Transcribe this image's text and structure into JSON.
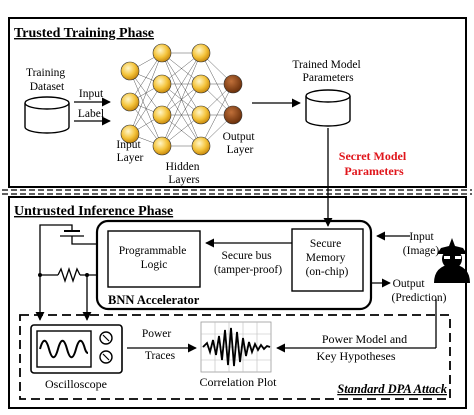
{
  "trusted": {
    "title": "Trusted Training Phase",
    "dataset": [
      "Training",
      "Dataset"
    ],
    "input_label": "Input",
    "label_label": "Label",
    "input_layer": [
      "Input",
      "Layer"
    ],
    "hidden_layers": [
      "Hidden",
      "Layers"
    ],
    "output_layer": [
      "Output",
      "Layer"
    ],
    "model_params": [
      "Trained Model",
      "Parameters"
    ]
  },
  "secret": [
    "Secret Model",
    "Parameters"
  ],
  "untrusted": {
    "title": "Untrusted Inference Phase",
    "prog_logic": [
      "Programmable",
      "Logic"
    ],
    "secure_bus": [
      "Secure bus",
      "(tamper-proof)"
    ],
    "secure_mem": [
      "Secure",
      "Memory",
      "(on-chip)"
    ],
    "accelerator": "BNN Accelerator",
    "input": [
      "Input",
      "(Image)"
    ],
    "output": [
      "Output",
      "(Prediction)"
    ]
  },
  "dpa": {
    "title": "Standard DPA Attack",
    "oscilloscope": "Oscilloscope",
    "power_traces": [
      "Power",
      "Traces"
    ],
    "correlation": "Correlation Plot",
    "power_model": [
      "Power Model and",
      "Key Hypotheses"
    ]
  },
  "colors": {
    "secret": "#e0151b",
    "output_node": "#8b4513",
    "line": "#000000"
  }
}
